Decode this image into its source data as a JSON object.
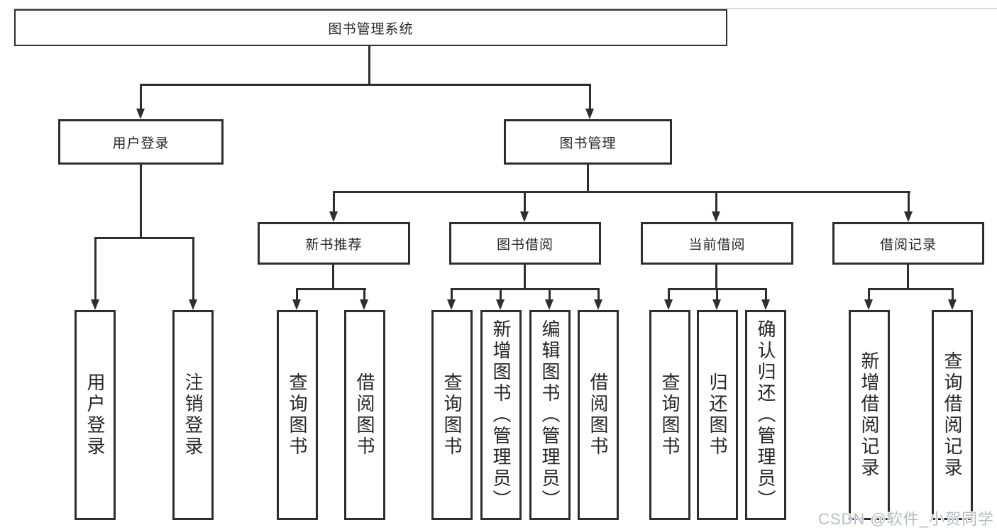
{
  "diagram": {
    "type": "hierarchy-tree",
    "root": {
      "label": "图书管理系统",
      "children": [
        {
          "label": "用户登录",
          "children": [
            {
              "label": "用户登录"
            },
            {
              "label": "注销登录"
            }
          ]
        },
        {
          "label": "图书管理",
          "children": [
            {
              "label": "新书推荐",
              "children": [
                {
                  "label": "查询图书"
                },
                {
                  "label": "借阅图书"
                }
              ]
            },
            {
              "label": "图书借阅",
              "children": [
                {
                  "label": "查询图书"
                },
                {
                  "label": "新增图书（管理员）"
                },
                {
                  "label": "编辑图书（管理员）"
                },
                {
                  "label": "借阅图书"
                }
              ]
            },
            {
              "label": "当前借阅",
              "children": [
                {
                  "label": "查询图书"
                },
                {
                  "label": "归还图书"
                },
                {
                  "label": "确认归还（管理员）"
                }
              ]
            },
            {
              "label": "借阅记录",
              "children": [
                {
                  "label": "新增借阅记录"
                },
                {
                  "label": "查询借阅记录"
                }
              ]
            }
          ]
        }
      ]
    }
  },
  "watermark": {
    "text": "CSDN @软件_小贺同学"
  },
  "colors": {
    "line": "#2e2e2e",
    "text": "#262626",
    "background": "#ffffff",
    "watermark": "#b8bbc2"
  }
}
